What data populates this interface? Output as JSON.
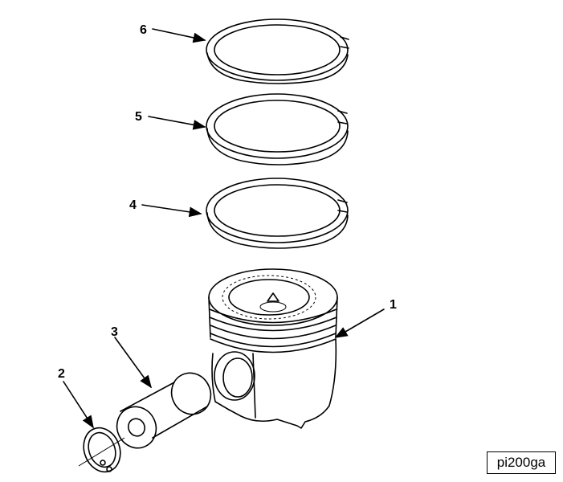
{
  "callouts": {
    "piston": "1",
    "retaining_ring": "2",
    "piston_pin": "3",
    "oil_control_ring": "4",
    "intermediate_ring": "5",
    "top_ring": "6"
  },
  "figure_id": "pi200ga"
}
